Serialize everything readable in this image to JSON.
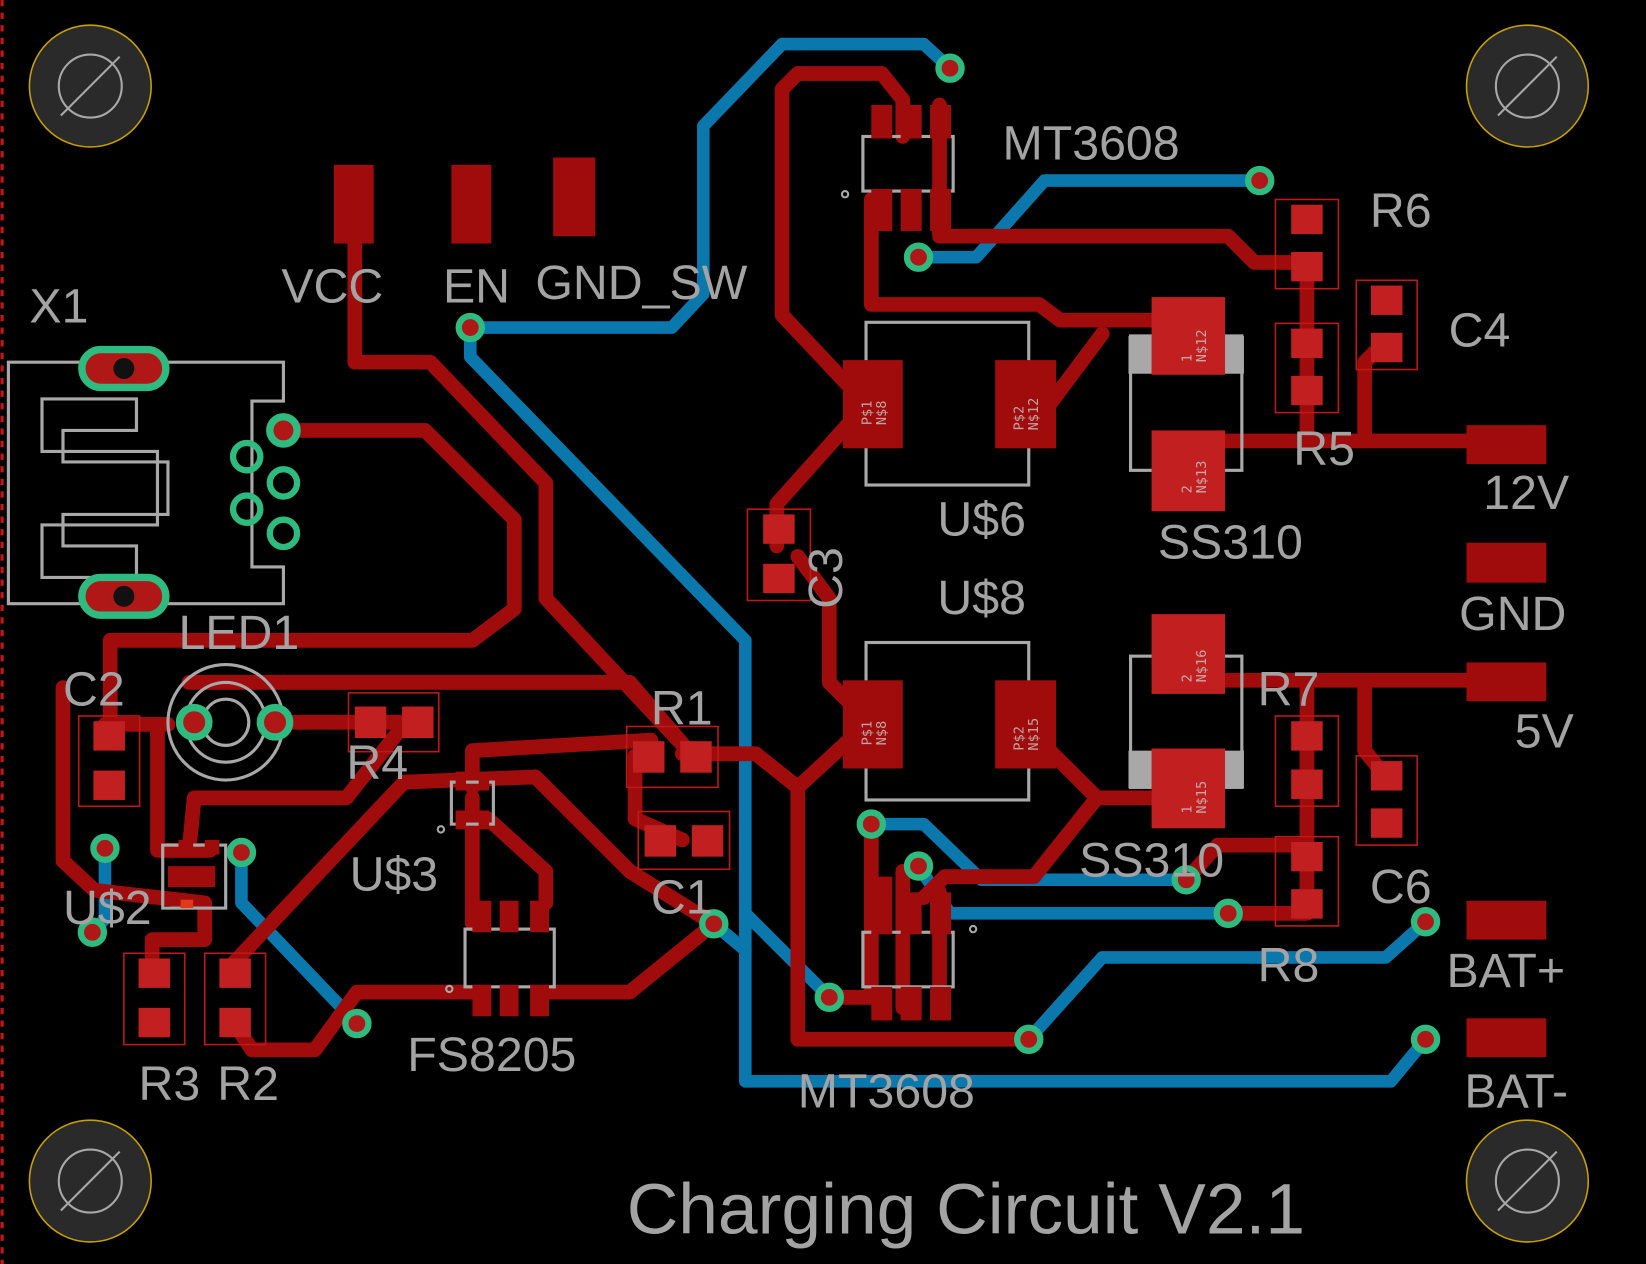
{
  "board": {
    "title": "Charging Circuit V2.1",
    "colors": {
      "background": "#000000",
      "top_copper": "#a00c0c",
      "bottom_copper": "#0a78ad",
      "via_ring": "#2dbb7f",
      "silkscreen": "#a3a3a3",
      "hole_outline": "#c8a000"
    }
  },
  "labels": {
    "x1": "X1",
    "vcc": "VCC",
    "en": "EN",
    "gnd_sw": "GND_SW",
    "mt3608_top": "MT3608",
    "mt3608_bottom": "MT3608",
    "r1": "R1",
    "r2": "R2",
    "r3": "R3",
    "r4": "R4",
    "r5": "R5",
    "r6": "R6",
    "r7": "R7",
    "r8": "R8",
    "c1": "C1",
    "c2": "C2",
    "c3": "C3",
    "c4": "C4",
    "c6": "C6",
    "u2": "U$2",
    "u3": "U$3",
    "u6": "U$6",
    "u8": "U$8",
    "ss310_top": "SS310",
    "ss310_bottom": "SS310",
    "led1": "LED1",
    "fs8205": "FS8205",
    "out_12v": "12V",
    "gnd": "GND",
    "out_5v": "5V",
    "bat_plus": "BAT+",
    "bat_minus": "BAT-"
  },
  "pads": {
    "u6_p1": [
      "P$1",
      "N$8"
    ],
    "u6_p2": [
      "P$2",
      "N$12"
    ],
    "u8_p1": [
      "P$1",
      "N$8"
    ],
    "u8_p2": [
      "P$2",
      "N$15"
    ],
    "ss310_top_1": [
      "1",
      "N$12"
    ],
    "ss310_top_2": [
      "2",
      "N$13"
    ],
    "ss310_bot_2": [
      "2",
      "N$16"
    ],
    "ss310_bot_1": [
      "1",
      "N$15"
    ]
  }
}
